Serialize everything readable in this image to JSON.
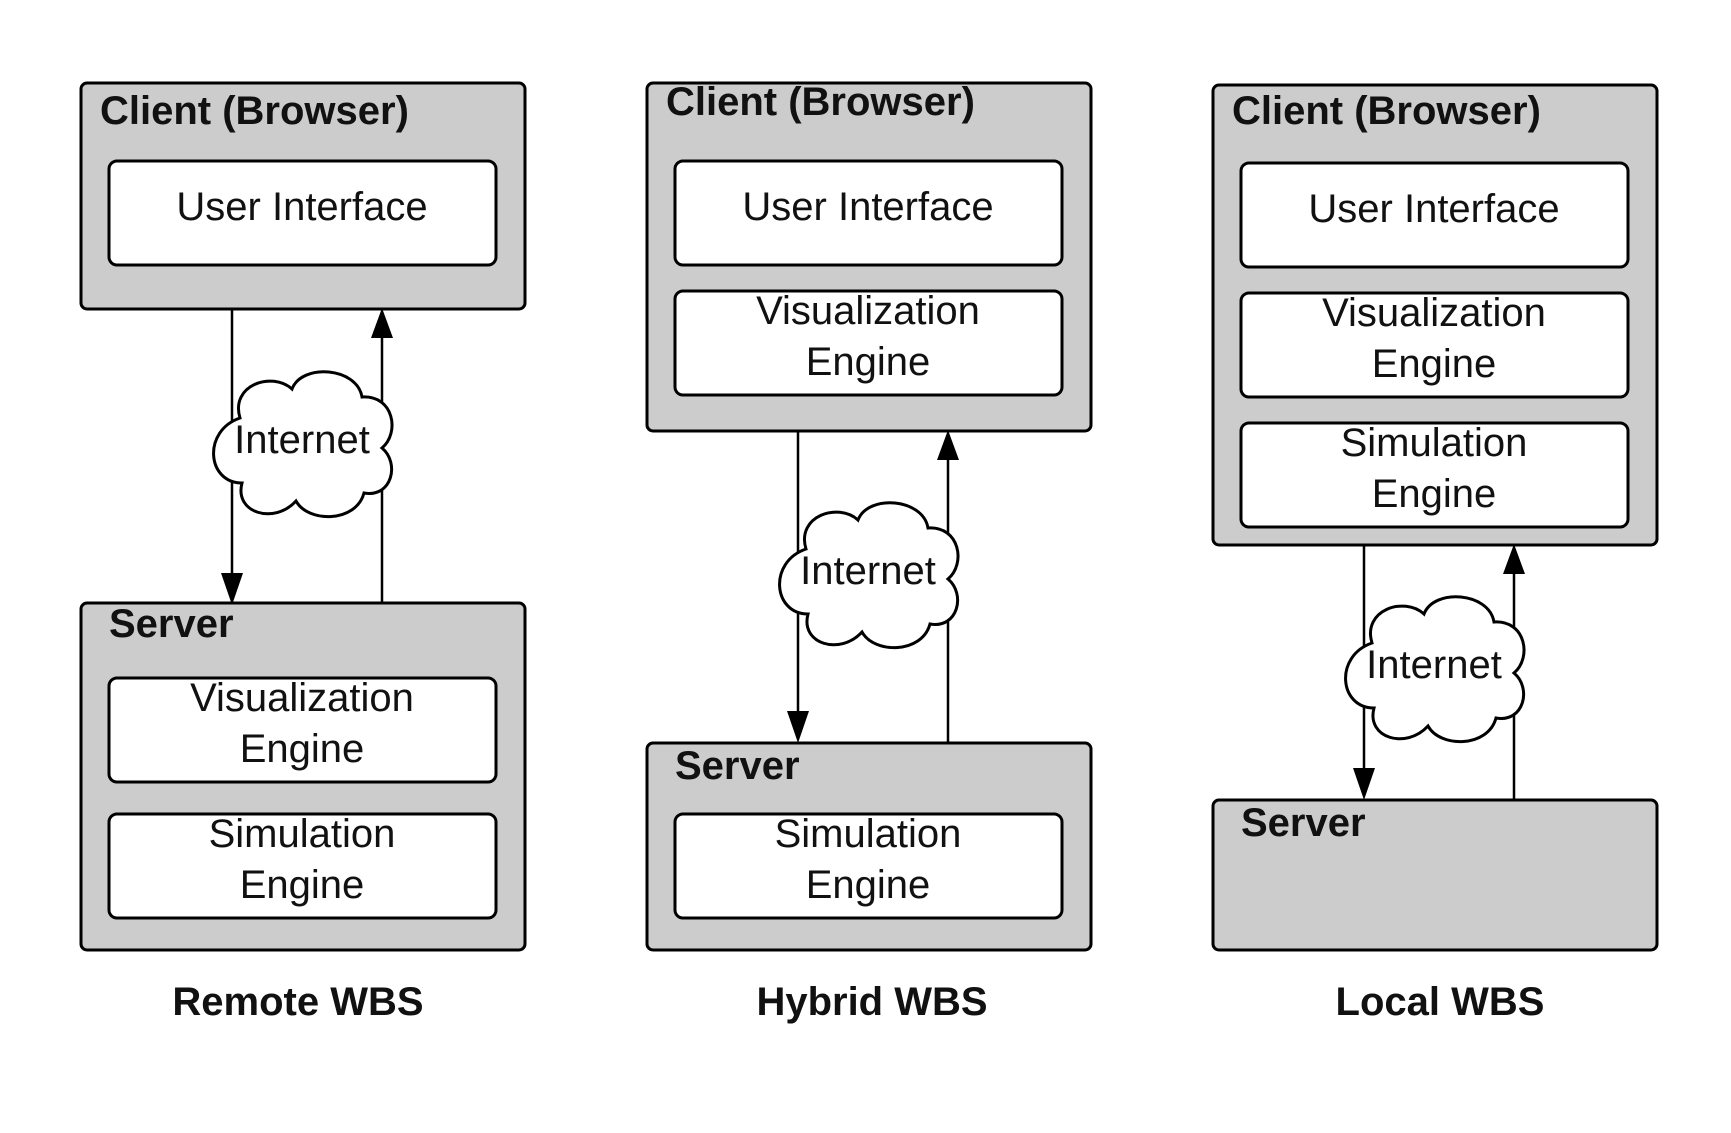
{
  "architectures": [
    {
      "caption": "Remote WBS",
      "client": {
        "title": "Client (Browser)",
        "modules": [
          [
            "User Interface"
          ]
        ]
      },
      "network": "Internet",
      "server": {
        "title": "Server",
        "modules": [
          [
            "Visualization",
            "Engine"
          ],
          [
            "Simulation",
            "Engine"
          ]
        ]
      }
    },
    {
      "caption": "Hybrid WBS",
      "client": {
        "title": "Client (Browser)",
        "modules": [
          [
            "User Interface"
          ],
          [
            "Visualization",
            "Engine"
          ]
        ]
      },
      "network": "Internet",
      "server": {
        "title": "Server",
        "modules": [
          [
            "Simulation",
            "Engine"
          ]
        ]
      }
    },
    {
      "caption": "Local WBS",
      "client": {
        "title": "Client (Browser)",
        "modules": [
          [
            "User Interface"
          ],
          [
            "Visualization",
            "Engine"
          ],
          [
            "Simulation",
            "Engine"
          ]
        ]
      },
      "network": "Internet",
      "server": {
        "title": "Server",
        "modules": []
      }
    }
  ]
}
